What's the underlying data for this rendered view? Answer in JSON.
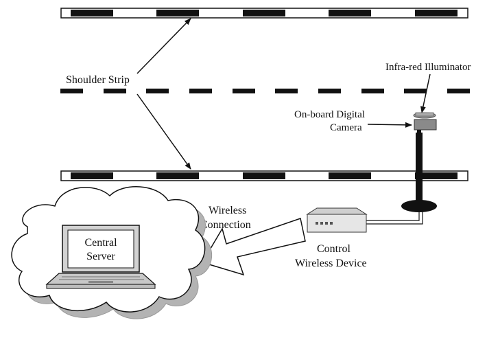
{
  "labels": {
    "shoulder_strip": "Shoulder Strip",
    "infrared_illuminator": "Infra-red Illuminator",
    "camera_line1": "On-board Digital",
    "camera_line2": "Camera",
    "wireless_line1": "Wireless",
    "wireless_line2": "Connection",
    "control_line1": "Control",
    "control_line2": "Wireless Device",
    "server_line1": "Central",
    "server_line2": "Server"
  },
  "colors": {
    "ink": "#111111",
    "cloud_shadow": "#b3b3b3",
    "camera_body": "#8a8a8a",
    "illuminator": "#9a9a9a",
    "device_body": "#e6e6e6",
    "laptop_body": "#d2d2d2"
  },
  "icons": {
    "camera": "camera-icon",
    "illuminator": "infrared-illuminator-icon",
    "device": "wireless-device-icon",
    "laptop": "laptop-icon",
    "cloud": "cloud-icon"
  }
}
